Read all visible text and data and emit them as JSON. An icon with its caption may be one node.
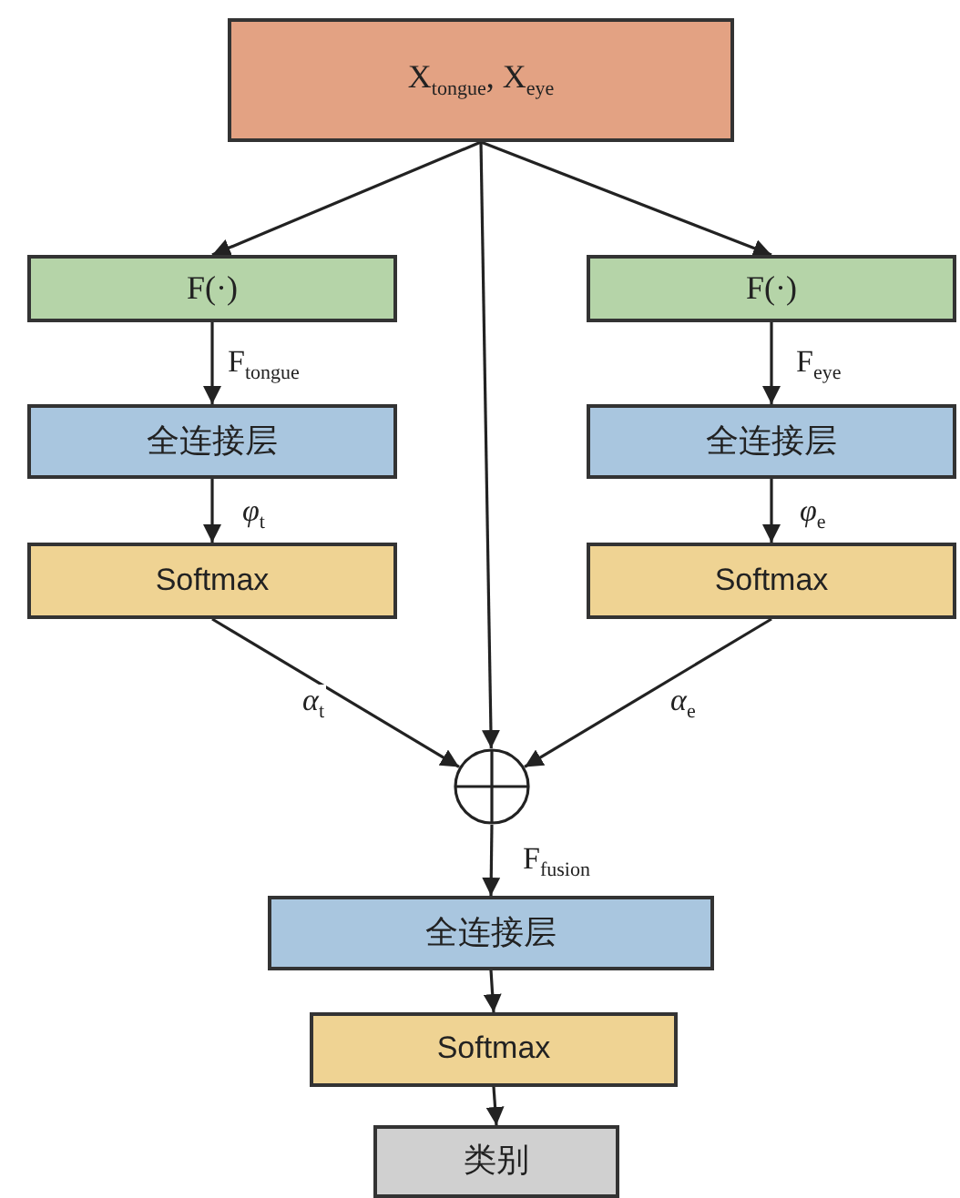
{
  "diagram": {
    "nodes": [
      {
        "text": [
          "X$_{tongue}$, X$_{eye}$"
        ]
      },
      {
        "text": [
          "F(·)"
        ]
      },
      {
        "text": [
          "F(·)"
        ]
      },
      {
        "text": [
          "全连接层"
        ]
      },
      {
        "text": [
          "全连接层"
        ]
      },
      {
        "text": [
          "Softmax"
        ]
      },
      {
        "text": [
          "Softmax"
        ]
      },
      {
        "text": [],
        "shape": "circle"
      },
      {
        "text": [
          "全连接层"
        ]
      },
      {
        "text": [
          "Softmax"
        ]
      },
      {
        "text": [
          "类别"
        ]
      }
    ],
    "edges": [
      {
        "from": 0,
        "to": 1,
        "arrow": "to"
      },
      {
        "from": 0,
        "to": 7,
        "arrow": "to"
      },
      {
        "from": 0,
        "to": 2,
        "arrow": "to"
      },
      {
        "from": 1,
        "to": 3,
        "arrow": "to",
        "label": "F$_{tongue}$"
      },
      {
        "from": 2,
        "to": 4,
        "arrow": "to",
        "label": "F$_{eye}$"
      },
      {
        "from": 3,
        "to": 5,
        "arrow": "to",
        "label": "*φ*$_{t}$"
      },
      {
        "from": 4,
        "to": 6,
        "arrow": "to",
        "label": "*φ*$_{e}$"
      },
      {
        "from": 5,
        "to": 7,
        "arrow": "to",
        "label": "*α*$_{t}$"
      },
      {
        "from": 6,
        "to": 7,
        "arrow": "to",
        "label": "*α*$_{e}$"
      },
      {
        "from": 7,
        "to": 8,
        "arrow": "to",
        "label": "F$_{fusion}$"
      },
      {
        "from": 8,
        "to": 9,
        "arrow": "to"
      },
      {
        "from": 9,
        "to": 10,
        "arrow": "to"
      }
    ]
  }
}
